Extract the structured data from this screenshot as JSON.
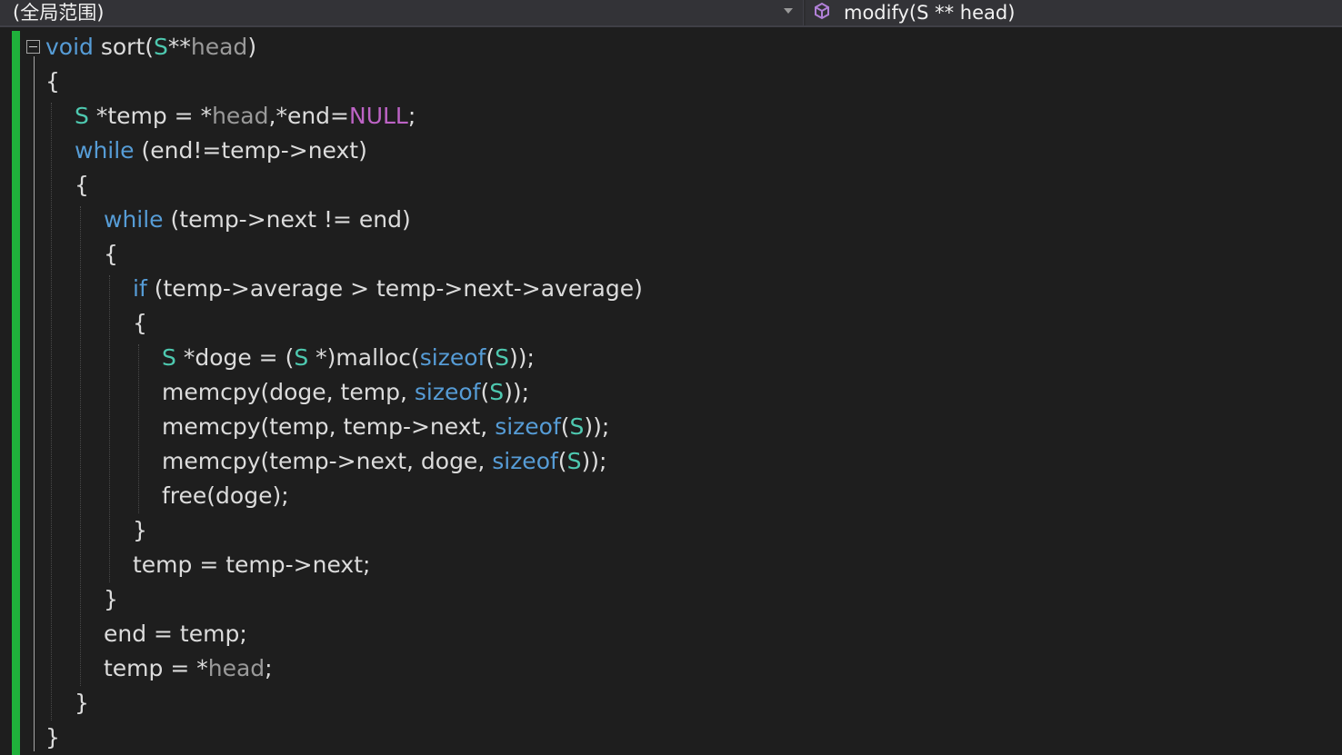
{
  "toolbar": {
    "scope_label": "(全局范围)",
    "function_label": "modify(S ** head)",
    "function_icon": "method-cube-icon",
    "icon_color": "#b180d7"
  },
  "colors": {
    "background": "#1e1e1e",
    "keyword": "#569cd6",
    "type": "#4ec9b0",
    "parameter": "#9a9a9a",
    "macro": "#bd63c5",
    "text": "#dcdcdc",
    "change_bar": "#1fb13b"
  },
  "code": {
    "lines": [
      {
        "indent": 0,
        "tokens": [
          {
            "t": "void",
            "c": "kw"
          },
          {
            "t": " sort(",
            "c": "tx"
          },
          {
            "t": "S",
            "c": "ty"
          },
          {
            "t": "**",
            "c": "tx"
          },
          {
            "t": "head",
            "c": "pm"
          },
          {
            "t": ")",
            "c": "tx"
          }
        ]
      },
      {
        "indent": 0,
        "tokens": [
          {
            "t": "{",
            "c": "tx"
          }
        ]
      },
      {
        "indent": 1,
        "tokens": [
          {
            "t": "S",
            "c": "ty"
          },
          {
            "t": " *temp = *",
            "c": "tx"
          },
          {
            "t": "head",
            "c": "pm"
          },
          {
            "t": ",*end=",
            "c": "tx"
          },
          {
            "t": "NULL",
            "c": "mc"
          },
          {
            "t": ";",
            "c": "tx"
          }
        ]
      },
      {
        "indent": 1,
        "tokens": [
          {
            "t": "while",
            "c": "kw"
          },
          {
            "t": " (end!=temp->next)",
            "c": "tx"
          }
        ]
      },
      {
        "indent": 1,
        "tokens": [
          {
            "t": "{",
            "c": "tx"
          }
        ]
      },
      {
        "indent": 2,
        "tokens": [
          {
            "t": "while",
            "c": "kw"
          },
          {
            "t": " (temp->next != end)",
            "c": "tx"
          }
        ]
      },
      {
        "indent": 2,
        "tokens": [
          {
            "t": "{",
            "c": "tx"
          }
        ]
      },
      {
        "indent": 3,
        "tokens": [
          {
            "t": "if",
            "c": "kw"
          },
          {
            "t": " (temp->average > temp->next->average)",
            "c": "tx"
          }
        ]
      },
      {
        "indent": 3,
        "tokens": [
          {
            "t": "{",
            "c": "tx"
          }
        ]
      },
      {
        "indent": 4,
        "tokens": [
          {
            "t": "S",
            "c": "ty"
          },
          {
            "t": " *doge = (",
            "c": "tx"
          },
          {
            "t": "S",
            "c": "ty"
          },
          {
            "t": " *)malloc(",
            "c": "tx"
          },
          {
            "t": "sizeof",
            "c": "kw"
          },
          {
            "t": "(",
            "c": "tx"
          },
          {
            "t": "S",
            "c": "ty"
          },
          {
            "t": "));",
            "c": "tx"
          }
        ]
      },
      {
        "indent": 4,
        "tokens": [
          {
            "t": "memcpy(doge, temp, ",
            "c": "tx"
          },
          {
            "t": "sizeof",
            "c": "kw"
          },
          {
            "t": "(",
            "c": "tx"
          },
          {
            "t": "S",
            "c": "ty"
          },
          {
            "t": "));",
            "c": "tx"
          }
        ]
      },
      {
        "indent": 4,
        "tokens": [
          {
            "t": "memcpy(temp, temp->next, ",
            "c": "tx"
          },
          {
            "t": "sizeof",
            "c": "kw"
          },
          {
            "t": "(",
            "c": "tx"
          },
          {
            "t": "S",
            "c": "ty"
          },
          {
            "t": "));",
            "c": "tx"
          }
        ]
      },
      {
        "indent": 4,
        "tokens": [
          {
            "t": "memcpy(temp->next, doge, ",
            "c": "tx"
          },
          {
            "t": "sizeof",
            "c": "kw"
          },
          {
            "t": "(",
            "c": "tx"
          },
          {
            "t": "S",
            "c": "ty"
          },
          {
            "t": "));",
            "c": "tx"
          }
        ]
      },
      {
        "indent": 4,
        "tokens": [
          {
            "t": "free(doge);",
            "c": "tx"
          }
        ]
      },
      {
        "indent": 3,
        "tokens": [
          {
            "t": "}",
            "c": "tx"
          }
        ]
      },
      {
        "indent": 3,
        "tokens": [
          {
            "t": "temp = temp->next;",
            "c": "tx"
          }
        ]
      },
      {
        "indent": 2,
        "tokens": [
          {
            "t": "}",
            "c": "tx"
          }
        ]
      },
      {
        "indent": 2,
        "tokens": [
          {
            "t": "end = temp;",
            "c": "tx"
          }
        ]
      },
      {
        "indent": 2,
        "tokens": [
          {
            "t": "temp = *",
            "c": "tx"
          },
          {
            "t": "head",
            "c": "pm"
          },
          {
            "t": ";",
            "c": "tx"
          }
        ]
      },
      {
        "indent": 1,
        "tokens": [
          {
            "t": "}",
            "c": "tx"
          }
        ]
      },
      {
        "indent": 0,
        "tokens": [
          {
            "t": "}",
            "c": "tx"
          }
        ]
      }
    ]
  }
}
